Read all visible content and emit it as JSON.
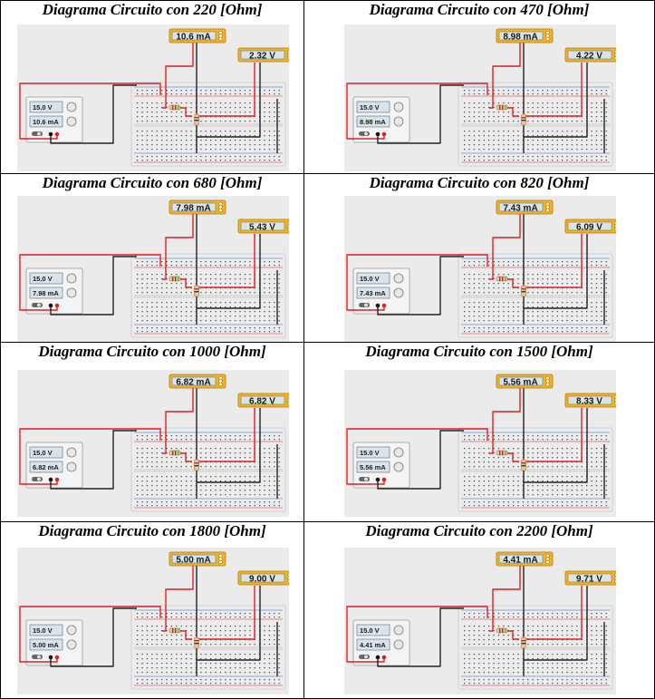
{
  "cells": [
    {
      "title": "Diagrama Circuito con 220 [Ohm]",
      "ammeter": "10.6 mA",
      "voltmeter": "2.32 V",
      "supply_voltage": "15.0 V",
      "supply_current": "10.6 mA"
    },
    {
      "title": "Diagrama Circuito con 470 [Ohm]",
      "ammeter": "8.98 mA",
      "voltmeter": "4.22 V",
      "supply_voltage": "15.0 V",
      "supply_current": "8.98 mA"
    },
    {
      "title": "Diagrama Circuito con 680 [Ohm]",
      "ammeter": "7.98 mA",
      "voltmeter": "5.43 V",
      "supply_voltage": "15.0 V",
      "supply_current": "7.98 mA"
    },
    {
      "title": "Diagrama Circuito con 820 [Ohm]",
      "ammeter": "7.43 mA",
      "voltmeter": "6.09 V",
      "supply_voltage": "15.0 V",
      "supply_current": "7.43 mA"
    },
    {
      "title": "Diagrama Circuito con 1000 [Ohm]",
      "ammeter": "6.82 mA",
      "voltmeter": "6.82 V",
      "supply_voltage": "15.0 V",
      "supply_current": "6.82 mA"
    },
    {
      "title": "Diagrama Circuito con 1500 [Ohm]",
      "ammeter": "5.56 mA",
      "voltmeter": "8.33 V",
      "supply_voltage": "15.0 V",
      "supply_current": "5.56 mA"
    },
    {
      "title": "Diagrama Circuito con 1800 [Ohm]",
      "ammeter": "5.00 mA",
      "voltmeter": "9.00 V",
      "supply_voltage": "15.0 V",
      "supply_current": "5.00 mA"
    },
    {
      "title": "Diagrama Circuito con 2200 [Ohm]",
      "ammeter": "4.41 mA",
      "voltmeter": "9.71 V",
      "supply_voltage": "15.0 V",
      "supply_current": "4.41 mA"
    }
  ],
  "colors": {
    "wire_red": "#e02020",
    "wire_black": "#222222",
    "meter_frame": "#f5b324",
    "meter_screen": "#d9e4ea",
    "board": "#ececec",
    "background": "#ebebeb"
  }
}
